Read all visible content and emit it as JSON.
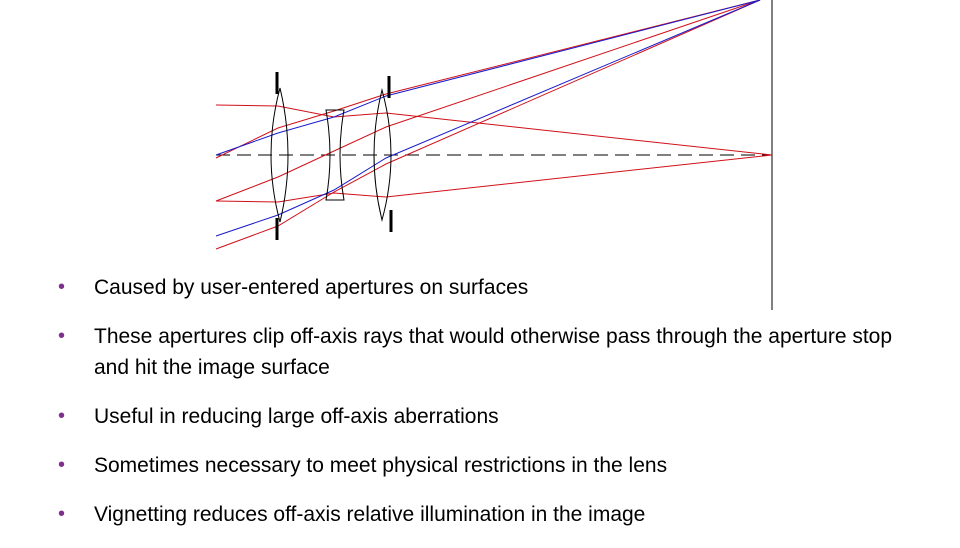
{
  "colors": {
    "bullet": "#7f2f8c",
    "ray_red": "#d0101a",
    "ray_blue": "#1a1acc",
    "outline": "#000000"
  },
  "bullets": [
    {
      "text": "Caused by user-entered apertures on surfaces"
    },
    {
      "text": "These apertures clip off-axis rays that would otherwise pass through the aperture stop and hit the image surface"
    },
    {
      "text": "Useful in reducing large off-axis aberrations"
    },
    {
      "text": "Sometimes necessary to meet physical restrictions in the lens"
    },
    {
      "text": "Vignetting reduces off-axis relative illumination in the image"
    }
  ]
}
